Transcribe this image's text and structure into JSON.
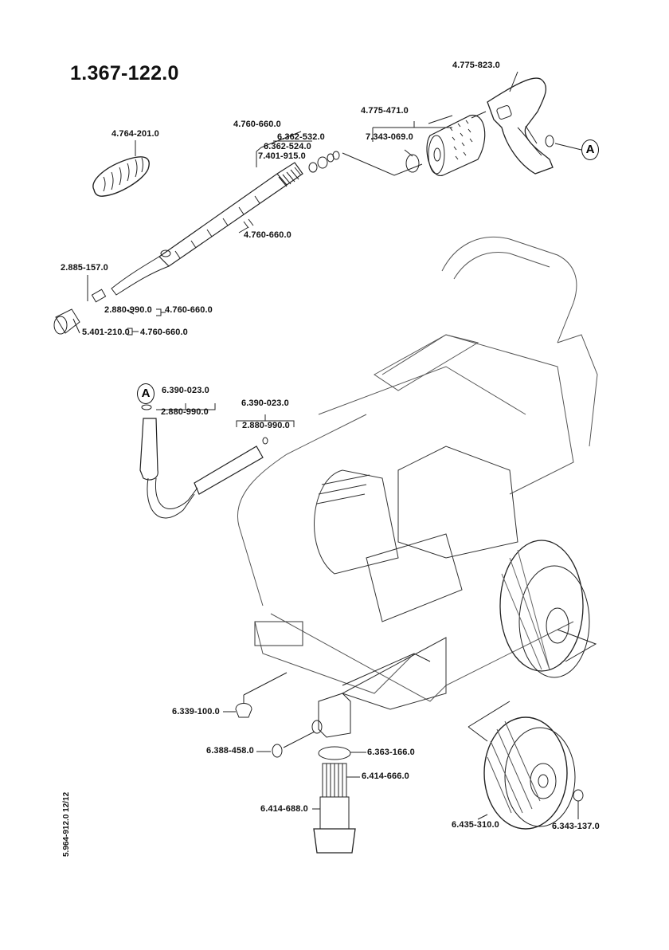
{
  "document": {
    "model_number": "1.367-122.0",
    "doc_reference": "5.964-912.0  12/12"
  },
  "callouts": {
    "a_marker": "A",
    "nozzle_cover": "4.764-201.0",
    "lance_kit_top": "4.760-660.0",
    "lance_seal_1": "6.362-532.0",
    "lance_seal_2": "6.362-524.0",
    "lance_seal_3": "7.401-915.0",
    "lance_bottom": "4.760-660.0",
    "grip_cover": "4.775-471.0",
    "grip_ring": "7.343-069.0",
    "trigger_gun": "4.775-823.0",
    "nozzle_insert": "2.885-157.0",
    "o_ring_lance": "2.880-990.0",
    "o_ring_lance_ref": "4.760-660.0",
    "nozzle_cap": "5.401-210.0",
    "nozzle_cap_ref": "4.760-660.0",
    "hose_kit_left": "6.390-023.0",
    "hose_oring_left": "2.880-990.0",
    "hose_kit_right": "6.390-023.0",
    "hose_oring_right": "2.880-990.0",
    "rubber_foot": "6.339-100.0",
    "filter_connector": "6.388-458.0",
    "filter_seal": "6.363-166.0",
    "filter_insert": "6.414-666.0",
    "filter_housing": "6.414-688.0",
    "wheel": "6.435-310.0",
    "hub_cap": "6.343-137.0"
  }
}
